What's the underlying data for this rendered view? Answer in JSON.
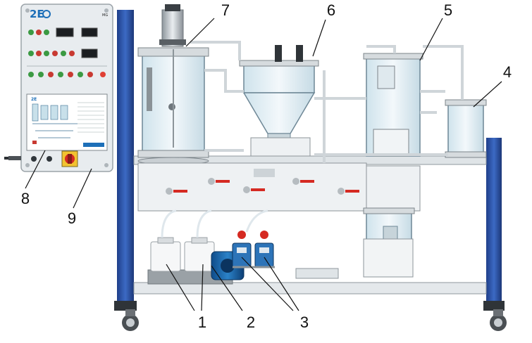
{
  "panel": {
    "brand": "2E",
    "badge": "MG",
    "schematic_brand": "2E"
  },
  "callouts": [
    "1",
    "2",
    "3",
    "4",
    "5",
    "6",
    "7",
    "8",
    "9"
  ]
}
